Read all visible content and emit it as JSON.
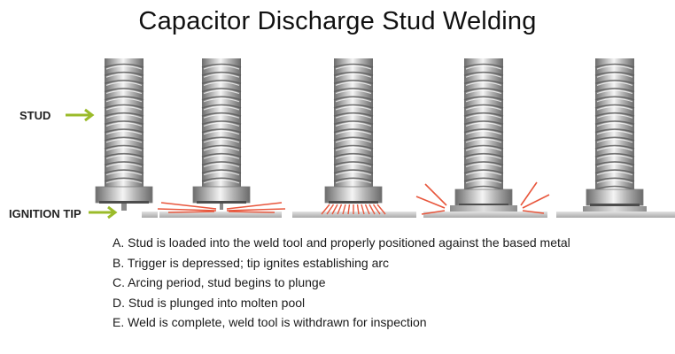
{
  "title": "Capacitor Discharge Stud Welding",
  "labels": {
    "stud": "STUD",
    "ignition_tip": "IGNITION TIP"
  },
  "steps": [
    "A. Stud is loaded into the weld tool and properly positioned against the based metal",
    "B. Trigger is depressed; tip ignites establishing arc",
    "C. Arcing period, stud begins to plunge",
    "D. Stud is plunged into molten pool",
    "E. Weld is complete, weld tool is withdrawn for inspection"
  ],
  "stages": [
    {
      "id": "A",
      "state": "positioned",
      "sparks": "none"
    },
    {
      "id": "B",
      "state": "arc-ignition",
      "sparks": "horizontal"
    },
    {
      "id": "C",
      "state": "arcing",
      "sparks": "downward"
    },
    {
      "id": "D",
      "state": "plunged",
      "sparks": "radiating"
    },
    {
      "id": "E",
      "state": "complete",
      "sparks": "none"
    }
  ],
  "colors": {
    "arrow": "#9bbb2a",
    "spark": "#e8563c",
    "steel_light": "#f2f2f2",
    "steel_dark": "#6f6f6f",
    "plate": "#c8c8c8"
  }
}
